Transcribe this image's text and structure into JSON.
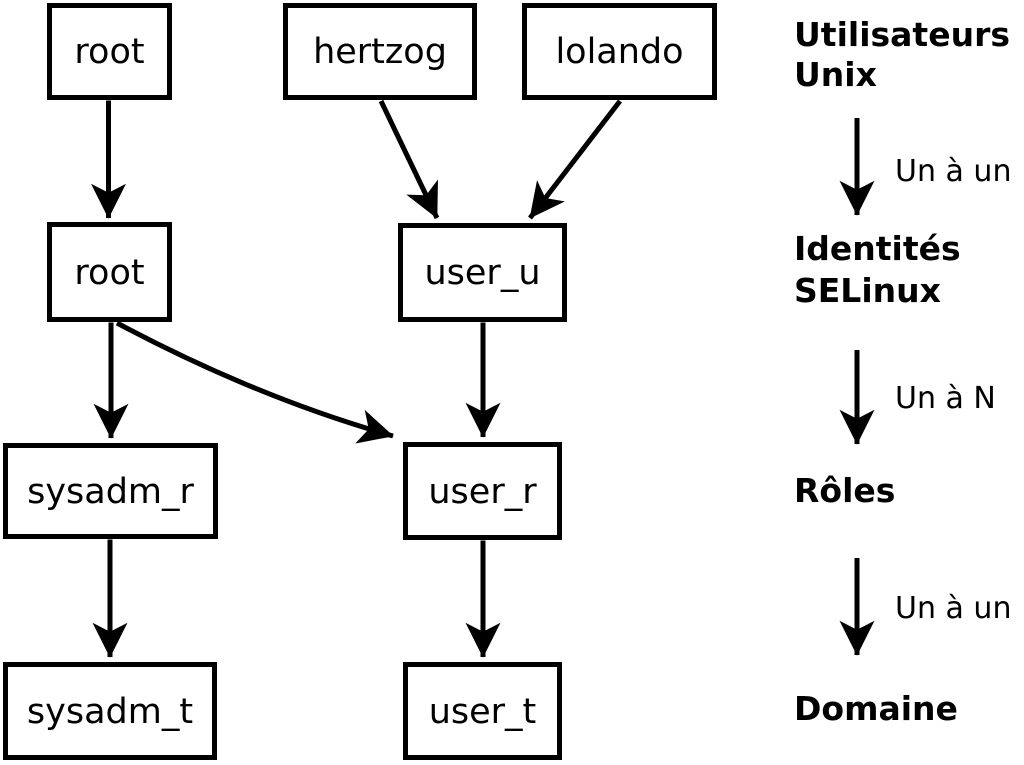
{
  "colors": {
    "background": "#ffffff",
    "node_fill": "#ffffff",
    "stroke": "#000000",
    "text": "#000000"
  },
  "nodes": {
    "unix_root": {
      "label": "root"
    },
    "unix_hertzog": {
      "label": "hertzog"
    },
    "unix_lolando": {
      "label": "lolando"
    },
    "selinux_root": {
      "label": "root"
    },
    "selinux_user_u": {
      "label": "user_u"
    },
    "role_sysadm_r": {
      "label": "sysadm_r"
    },
    "role_user_r": {
      "label": "user_r"
    },
    "domain_sysadm_t": {
      "label": "sysadm_t"
    },
    "domain_user_t": {
      "label": "user_t"
    }
  },
  "edges": [
    {
      "from": "unix_root",
      "to": "selinux_root"
    },
    {
      "from": "unix_hertzog",
      "to": "selinux_user_u"
    },
    {
      "from": "unix_lolando",
      "to": "selinux_user_u"
    },
    {
      "from": "selinux_root",
      "to": "role_sysadm_r"
    },
    {
      "from": "selinux_root",
      "to": "role_user_r"
    },
    {
      "from": "selinux_user_u",
      "to": "role_user_r"
    },
    {
      "from": "role_sysadm_r",
      "to": "domain_sysadm_t"
    },
    {
      "from": "role_user_r",
      "to": "domain_user_t"
    }
  ],
  "legend": {
    "unix_users": {
      "line1": "Utilisateurs",
      "line2": "Unix"
    },
    "selinux_identities": {
      "line1": "Identités",
      "line2": "SELinux"
    },
    "roles": {
      "label": "Rôles"
    },
    "domain": {
      "label": "Domaine"
    },
    "mappings": {
      "users_to_identities": "Un à un",
      "identities_to_roles": "Un à N",
      "roles_to_domains": "Un à un"
    }
  }
}
